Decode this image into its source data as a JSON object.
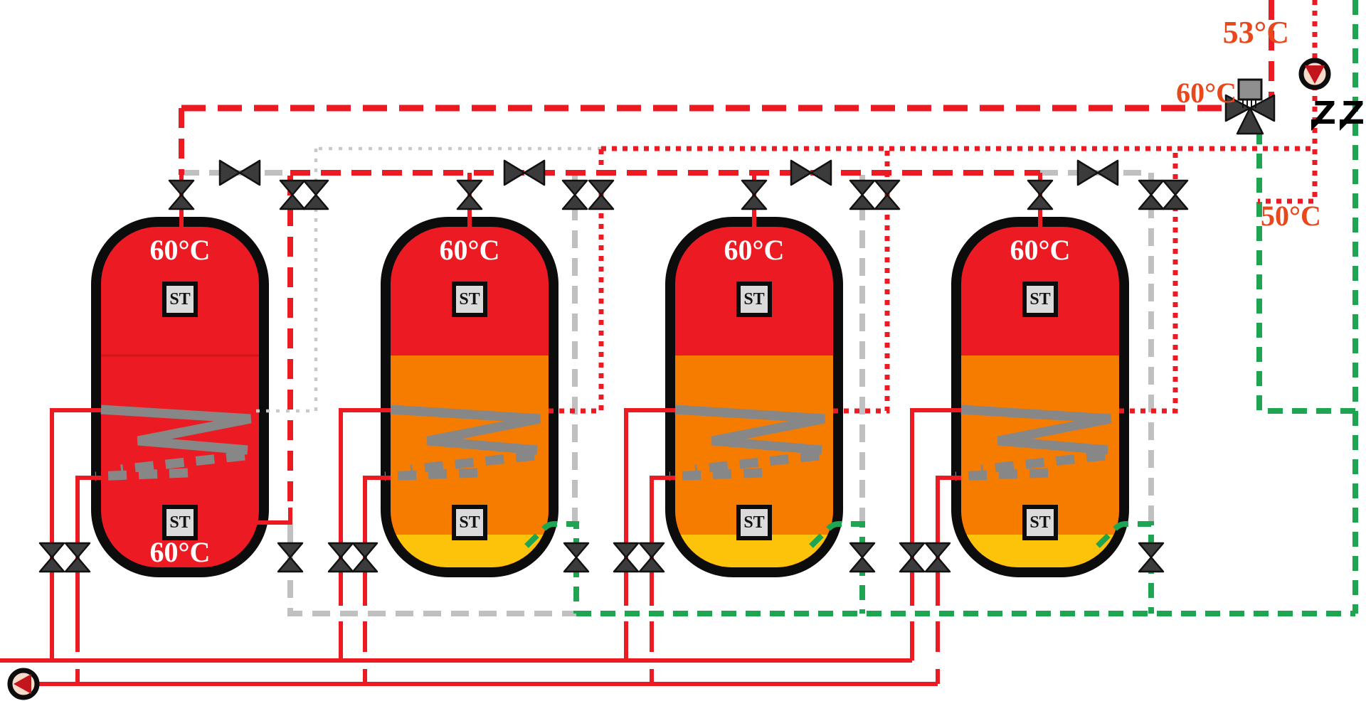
{
  "temperatures": {
    "mixed_flow": "53°C",
    "flow_to_mixer": "60°C",
    "circulation_return": "50°C"
  },
  "tanks": [
    {
      "name": "storage-tank-1",
      "top_temp": "60°C",
      "bottom_temp": "60°C",
      "sensor_top": "ST",
      "sensor_bottom": "ST"
    },
    {
      "name": "storage-tank-2",
      "top_temp": "60°C",
      "sensor_top": "ST",
      "sensor_bottom": "ST"
    },
    {
      "name": "storage-tank-3",
      "top_temp": "60°C",
      "sensor_top": "ST",
      "sensor_bottom": "ST"
    },
    {
      "name": "storage-tank-4",
      "top_temp": "60°C",
      "sensor_top": "ST",
      "sensor_bottom": "ST"
    }
  ],
  "draw_off_points": {
    "tap_1": "Z",
    "tap_2": "Z"
  },
  "colors": {
    "pipe_red": "#EC1B23",
    "pipe_green": "#1FA552",
    "pipe_gray": "#C0C0C0",
    "pipe_gray_dotted": "#C9C9C9",
    "tank_hot_red": "#EC1B23",
    "tank_warm_orange": "#F67C00",
    "tank_cold_yellow": "#FDC30A",
    "temperature_label": "#E8481B",
    "tank_label": "#FFFFFF",
    "valve_body": "#3B3B3B",
    "coil_gray": "#878787",
    "pump_fill": "#F7DBCA",
    "pump_rotor_red": "#C3151C",
    "sensor_box_fill": "#DBDBDB"
  }
}
